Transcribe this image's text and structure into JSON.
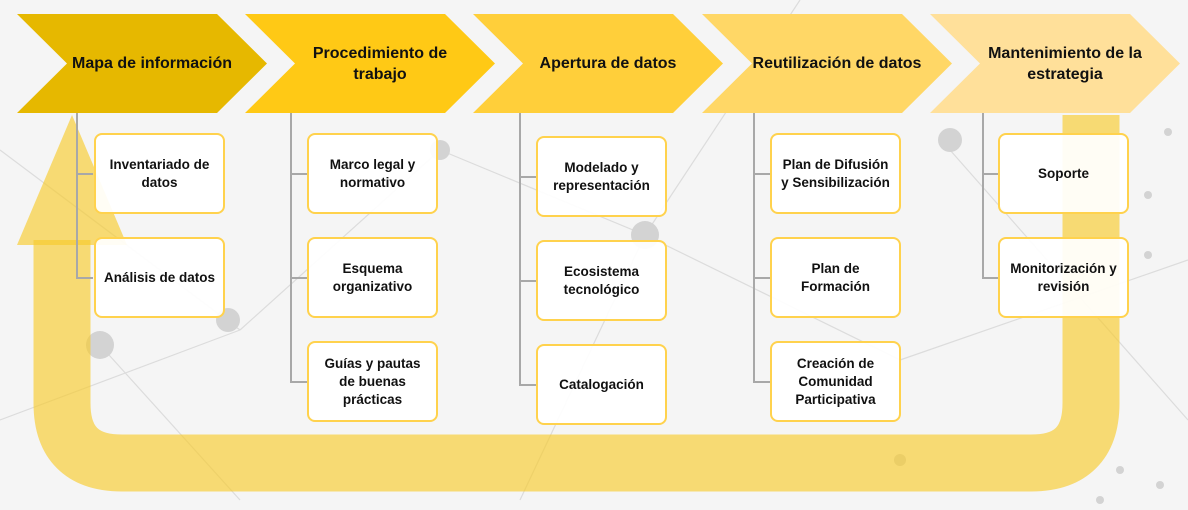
{
  "stages": [
    {
      "title": "Mapa de información",
      "color": "#E6B800",
      "items": [
        "Inventariado de datos",
        "Análisis de datos"
      ]
    },
    {
      "title": "Procedimiento de trabajo",
      "color": "#FFC915",
      "items": [
        "Marco legal y normativo",
        "Esquema organizativo",
        "Guías y pautas de buenas prácticas"
      ]
    },
    {
      "title": "Apertura de datos",
      "color": "#FFCF3A",
      "items": [
        "Modelado y representación",
        "Ecosistema tecnológico",
        "Catalogación"
      ]
    },
    {
      "title": "Reutilización de datos",
      "color": "#FFD766",
      "items": [
        "Plan de Difusión y Sensibilización",
        "Plan de Formación",
        "Creación de Comunidad Participativa"
      ]
    },
    {
      "title": "Mantenimiento de la estrategia",
      "color": "#FFE09A",
      "items": [
        "Soporte",
        "Monitorización y revisión"
      ]
    }
  ],
  "loop_color": "#F7CB2D"
}
